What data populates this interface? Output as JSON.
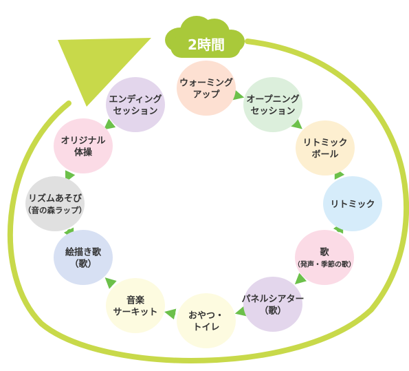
{
  "cycle": {
    "title": "2時間",
    "ring_color": "#c8d94a",
    "cloud_color": "#a9c93a",
    "arrow_color": "#6cc04a",
    "text_color": "#333333"
  },
  "nodes": [
    {
      "id": "warmup",
      "lines": [
        "ウォーミング",
        "アップ"
      ],
      "color": "#fde0d2"
    },
    {
      "id": "opening",
      "lines": [
        "オープニング",
        "セッション"
      ],
      "color": "#dcefdc"
    },
    {
      "id": "rhythmic-ball",
      "lines": [
        "リトミック",
        "ボール"
      ],
      "color": "#fdefd0"
    },
    {
      "id": "rhythmic",
      "lines": [
        "リトミック"
      ],
      "color": "#d6ecfa"
    },
    {
      "id": "song",
      "lines": [
        "歌",
        "（発声・季節の歌）"
      ],
      "color": "#fbdbe6"
    },
    {
      "id": "panel-theater",
      "lines": [
        "パネルシアター",
        "（歌）"
      ],
      "color": "#e3d6ec"
    },
    {
      "id": "snack-toilet",
      "lines": [
        "おやつ・",
        "トイレ"
      ],
      "color": "#fdfbe0"
    },
    {
      "id": "music-circuit",
      "lines": [
        "音楽",
        "サーキット"
      ],
      "color": "#fdfbe0"
    },
    {
      "id": "picture-song",
      "lines": [
        "絵描き歌",
        "（歌）"
      ],
      "color": "#d7e0f3"
    },
    {
      "id": "rhythm-play",
      "lines": [
        "リズムあそび",
        "（音の森ラップ）"
      ],
      "color": "#e0e0e0"
    },
    {
      "id": "original-exercise",
      "lines": [
        "オリジナル",
        "体操"
      ],
      "color": "#fbdbe6"
    },
    {
      "id": "ending",
      "lines": [
        "エンディング",
        "セッション"
      ],
      "color": "#e3d6ec"
    }
  ]
}
